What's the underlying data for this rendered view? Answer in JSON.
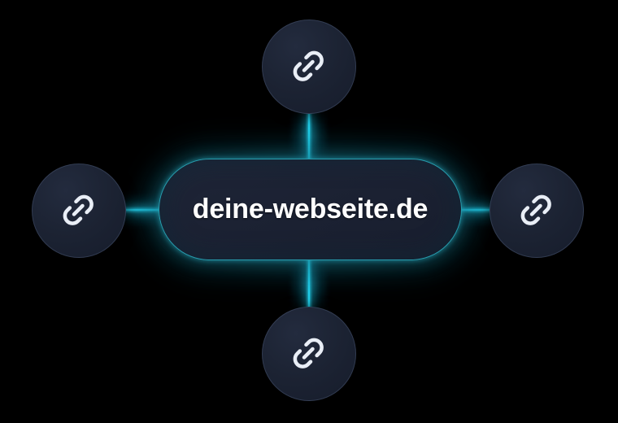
{
  "diagram": {
    "title": "deine-webseite.de",
    "type": "backlink-hub-and-spoke",
    "background_color": "#000000",
    "accent_color": "#22d3ee",
    "center": {
      "label": "deine-webseite.de",
      "fill_color": "#1b2132",
      "border_color": "#279cae",
      "text_color": "#ffffff",
      "shape": "pill"
    },
    "nodes": [
      {
        "id": "top",
        "icon": "link-icon",
        "position": "top",
        "fill_color": "#1c2333"
      },
      {
        "id": "left",
        "icon": "link-icon",
        "position": "left",
        "fill_color": "#1c2333"
      },
      {
        "id": "right",
        "icon": "link-icon",
        "position": "right",
        "fill_color": "#1c2333"
      },
      {
        "id": "bottom",
        "icon": "link-icon",
        "position": "bottom",
        "fill_color": "#1c2333"
      }
    ],
    "connectors": [
      {
        "id": "top-connector",
        "from": "top",
        "to": "center",
        "orientation": "vertical",
        "color": "#22d3ee"
      },
      {
        "id": "left-connector",
        "from": "left",
        "to": "center",
        "orientation": "horizontal",
        "color": "#1fc3dd"
      },
      {
        "id": "right-connector",
        "from": "center",
        "to": "right",
        "orientation": "horizontal",
        "color": "#1fc3dd"
      },
      {
        "id": "bottom-connector",
        "from": "center",
        "to": "bottom",
        "orientation": "vertical",
        "color": "#22d3ee"
      }
    ]
  }
}
